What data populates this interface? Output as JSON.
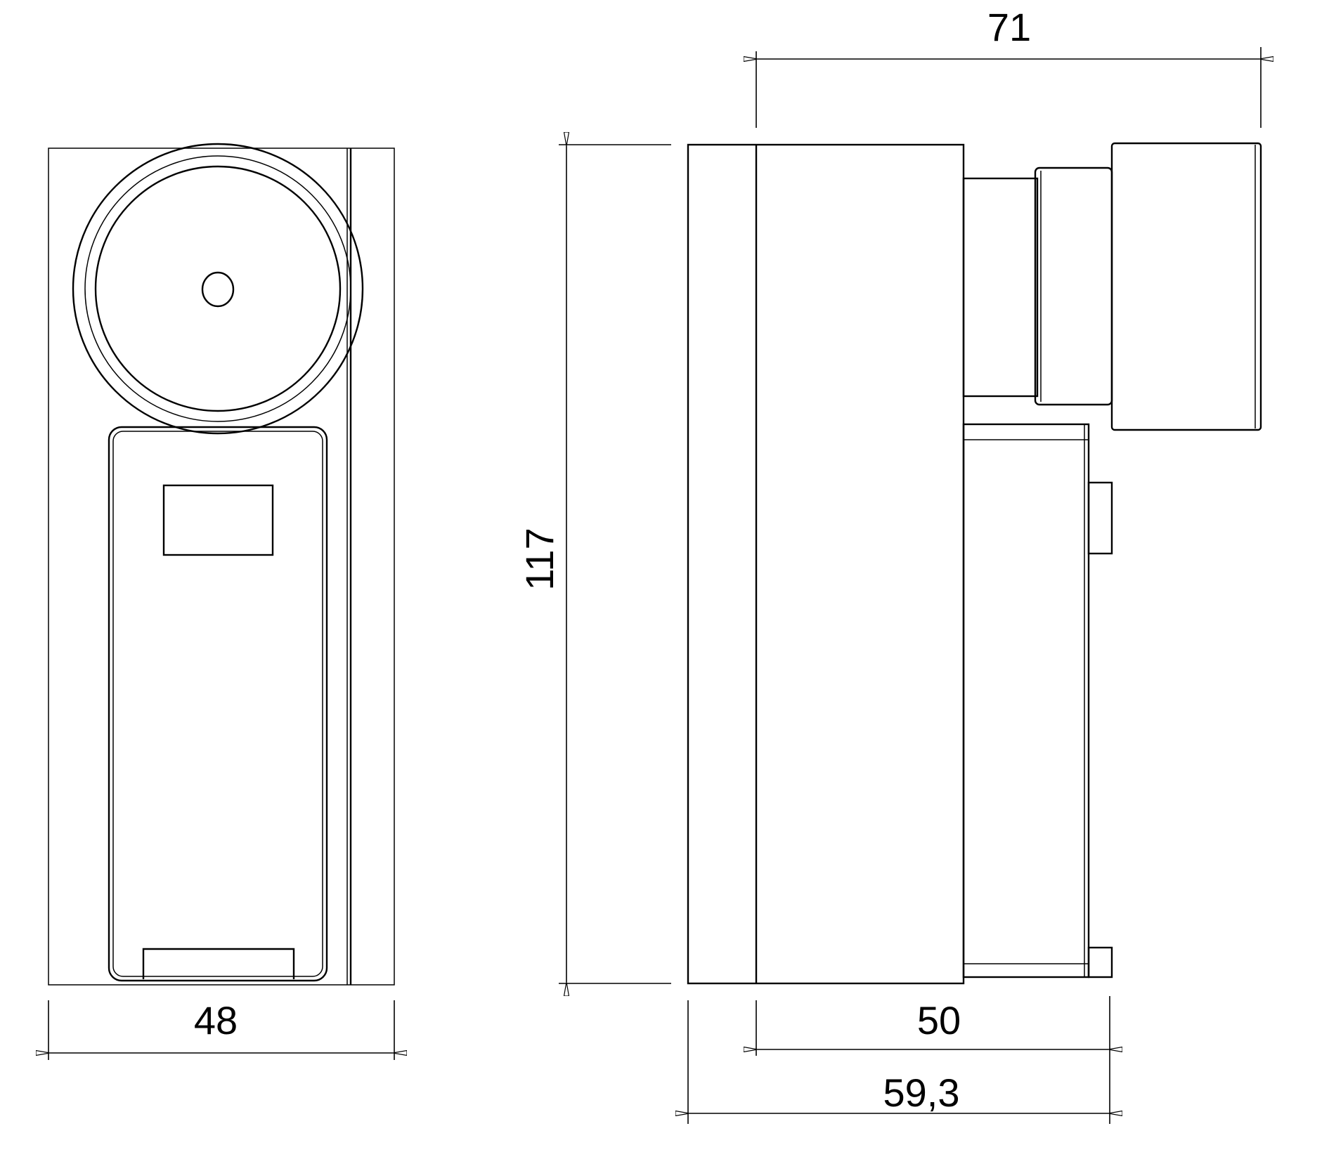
{
  "drawing": {
    "front_view": {
      "width_dimension": "48"
    },
    "side_view": {
      "height_dimension": "117",
      "top_dimension": "71",
      "depth_dimension": "50",
      "overall_depth_dimension": "59,3"
    }
  }
}
